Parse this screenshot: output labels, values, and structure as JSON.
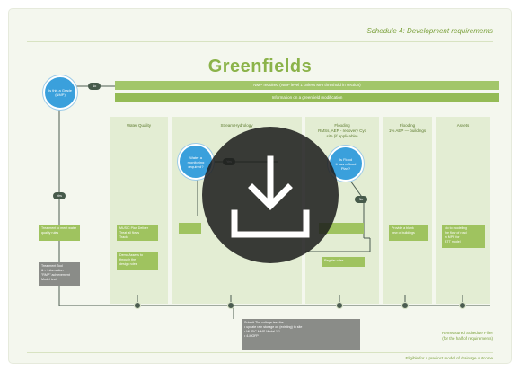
{
  "document": {
    "heading": "Schedule 4: Development requirements",
    "title": "Greenfields",
    "band_top": "NMP required (NMP level 1 unless MFI threshold in section)",
    "band_second": "Information on a greenfield modification",
    "left_circle": "Is this a Grade (NMP)",
    "pill_yes": "Yes",
    "pill_no": "No",
    "columns": [
      {
        "label": "Water Quality"
      },
      {
        "label": "Stream Hydrology"
      },
      {
        "label": "Flooding\nRMSs, AEP - recovery Cyc\nsite (if applicable)"
      },
      {
        "label": "Flooding\n1% AEP — buildings"
      },
      {
        "label": "Assets"
      }
    ],
    "left_box": "Treatment to meet water quality rules",
    "left_grey": "Treatment Tool\n & > Information\n\"RMP\" achievement\nModel test",
    "col1_box1": "MUSIC Plan Deliver\nTreat all flows\nTrack",
    "col1_box2": "Demo Assess to\nthrough the\ndesign rules",
    "col2_circle": "Water a\nmonitoring\nrequired?",
    "col3_circle": "Is Flood\nit has a flood\nPlan?",
    "col3_box": "Regular rules",
    "col4_box": "Provide a blank\nnew of buildings",
    "col5_box": "No to modelling\nthe flow of road\nin MPF for\nBTT model",
    "bottom_grey": "Submit The voltage test the\n• update rain storage on (existing) to site\n• MUSIC MMS Model 1.1\n• 4-MOFP",
    "footer_line1": "Remeasured Schedule Filter",
    "footer_line2": "(for the half of requirements)",
    "footer_bottom": "Eligible for a precinct model of drainage outcome"
  },
  "overlay": {
    "icon": "download-icon"
  },
  "colors": {
    "background": "#f4f7ee",
    "green_band": "#a2c66a",
    "column": "#e3edd3",
    "title": "#8bb34a",
    "blue_circle": "#3aa0dc",
    "dark_pill": "#465a4a",
    "grey_box": "#8a8c88",
    "overlay": "#1c1c1c"
  }
}
